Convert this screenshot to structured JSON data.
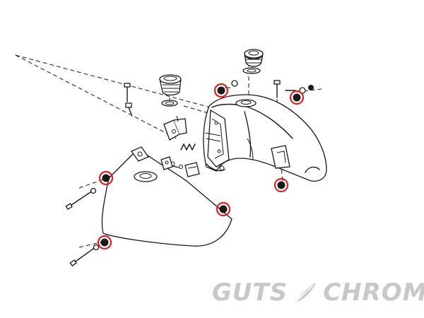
{
  "brand": {
    "logo_text_left": "GUTS",
    "logo_text_right": "CHROME",
    "logo_icon": "feather-icon",
    "logo_color": "#c8c8c8"
  },
  "colors": {
    "line": "#1a1a1a",
    "highlight": "#e02020",
    "background": "#ffffff"
  },
  "highlighted_parts": [
    "rear-mount-bushing-top",
    "right-mount-bushing-top",
    "right-mount-bushing-bottom",
    "left-mount-bushing-upper",
    "left-mount-bushing-lower",
    "front-mount-bushing"
  ]
}
